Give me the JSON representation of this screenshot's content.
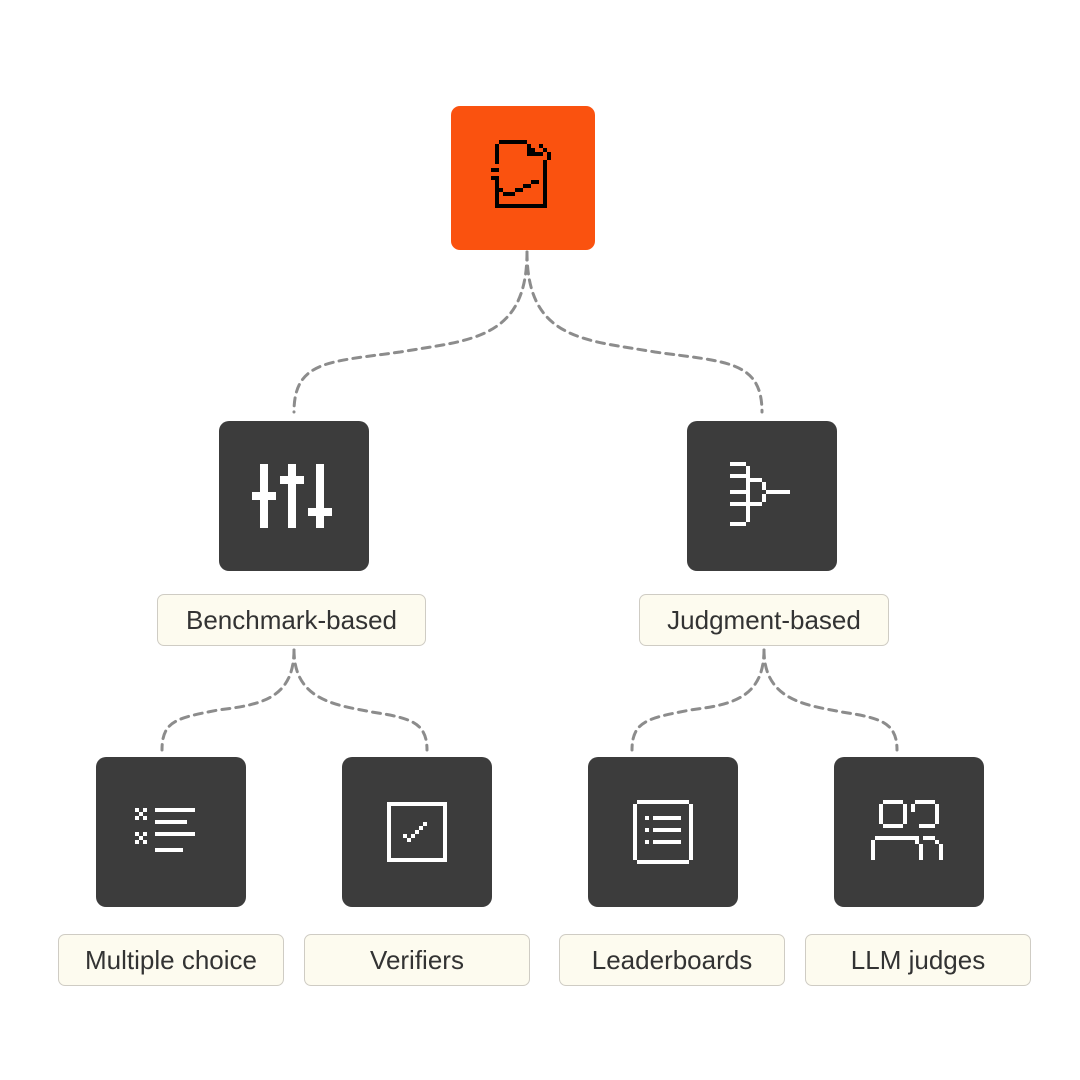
{
  "colors": {
    "root_fill": "#fa520f",
    "node_fill": "#3c3c3c",
    "label_fill": "#fdfbef",
    "label_border": "#cfccc4",
    "connector": "#8c8c8c"
  },
  "root": {
    "icon": "document-check-icon"
  },
  "branches": [
    {
      "icon": "sliders-icon",
      "label": "Benchmark-based",
      "children": [
        {
          "icon": "checklist-icon",
          "label": "Multiple choice"
        },
        {
          "icon": "checkbox-icon",
          "label": "Verifiers"
        }
      ]
    },
    {
      "icon": "logic-gate-icon",
      "label": "Judgment-based",
      "children": [
        {
          "icon": "list-window-icon",
          "label": "Leaderboards"
        },
        {
          "icon": "users-icon",
          "label": "LLM judges"
        }
      ]
    }
  ]
}
